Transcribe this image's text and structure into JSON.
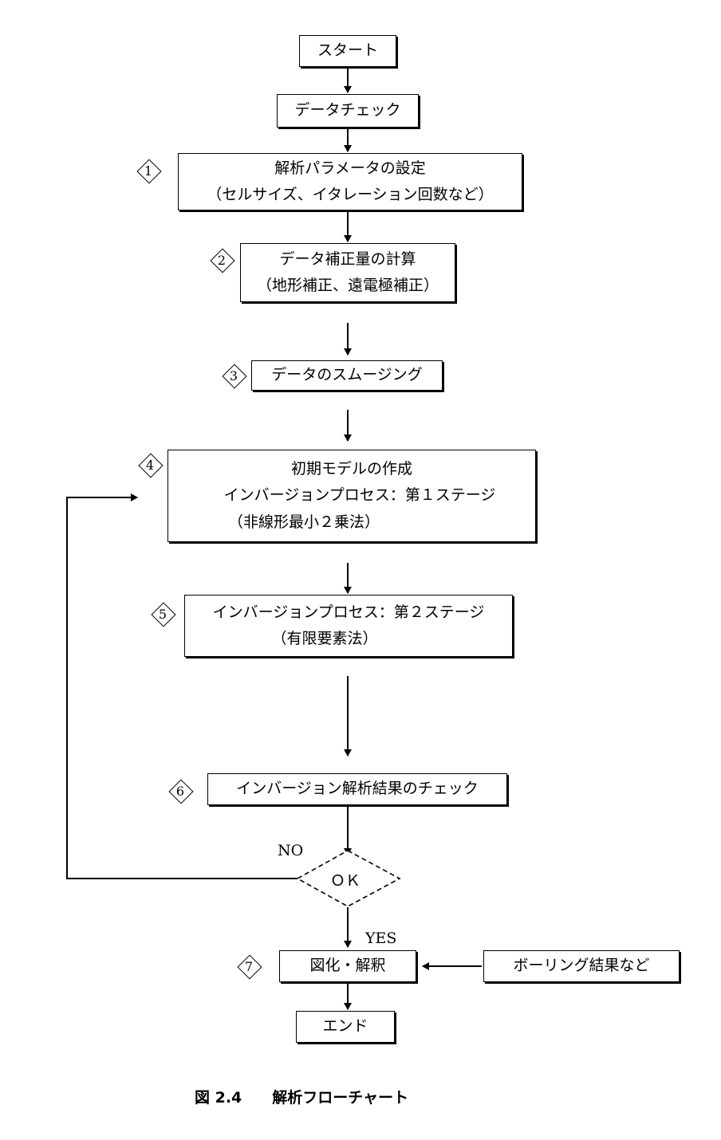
{
  "steps": {
    "start": "スタート",
    "check": "データチェック",
    "s1": {
      "num": "1",
      "line1": "解析パラメータの設定",
      "line2": "（セルサイズ、イタレーション回数など）"
    },
    "s2": {
      "num": "2",
      "line1": "データ補正量の計算",
      "line2": "（地形補正、遠電極補正）"
    },
    "s3": {
      "num": "3",
      "line1": "データのスムージング"
    },
    "s4": {
      "num": "4",
      "line1": "初期モデルの作成",
      "line2": "インバージョンプロセス：第１ステージ",
      "line3": "（非線形最小２乗法）"
    },
    "s5": {
      "num": "5",
      "line1": "インバージョンプロセス：第２ステージ",
      "line2": "（有限要素法）"
    },
    "s6": {
      "num": "6",
      "line1": "インバージョン解析結果のチェック"
    },
    "decision": "ＯＫ",
    "no_label": "NO",
    "yes_label": "YES",
    "s7": {
      "num": "7",
      "line1": "図化・解釈"
    },
    "boring": "ボーリング結果など",
    "end": "エンド"
  },
  "caption": {
    "number": "図 2.4",
    "title": "解析フローチャート"
  }
}
